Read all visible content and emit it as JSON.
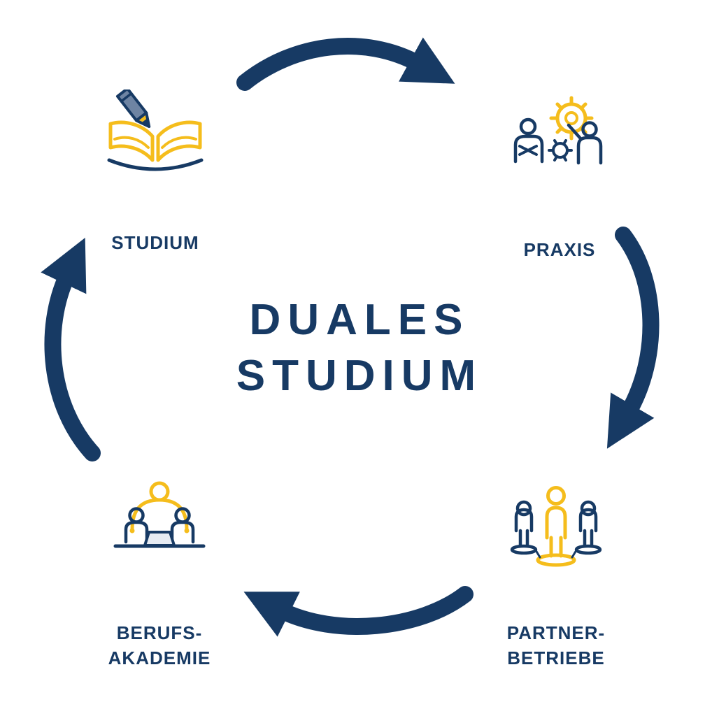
{
  "colors": {
    "navy": "#173a64",
    "yellow": "#f5bd1c",
    "background": "#ffffff",
    "circle": "#ffffff"
  },
  "center_title": {
    "line1": "DUALES",
    "line2": "STUDIUM"
  },
  "nodes": {
    "studium": {
      "label": "STUDIUM",
      "icon": "open-book-pencil-icon"
    },
    "praxis": {
      "label": "PRAXIS",
      "icon": "mentoring-gears-icon"
    },
    "partner_betriebe": {
      "label_line1": "PARTNER-",
      "label_line2": "BETRIEBE",
      "icon": "three-persons-icon"
    },
    "berufs_akademie": {
      "label_line1": "BERUFS-",
      "label_line2": "AKADEMIE",
      "icon": "teacher-students-table-icon"
    }
  },
  "arrows": {
    "count": 4,
    "direction": "clockwise",
    "color": "#173a64"
  }
}
